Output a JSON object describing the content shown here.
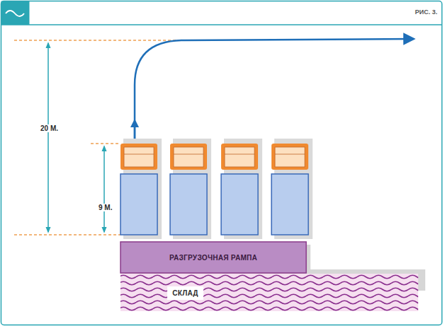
{
  "diagram": {
    "nodes": [
      {
        "text": [
          "РАЗГРУЗОЧНАЯ РАМПА"
        ]
      },
      {
        "text": [
          "СКЛАД"
        ]
      }
    ],
    "labels": [
      "РИС. 3.",
      "20 М.",
      "9 М."
    ]
  }
}
